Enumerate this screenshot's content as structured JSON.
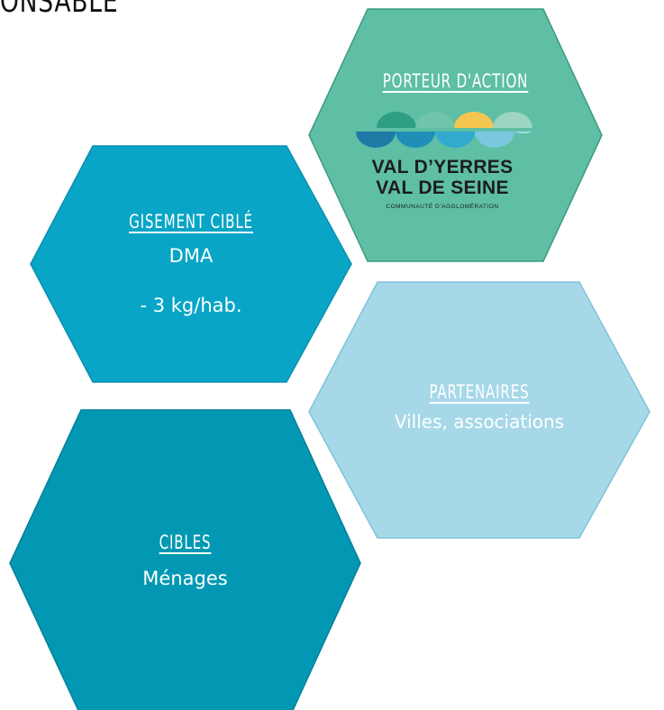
{
  "header": {
    "partial_title": "ONSABLE"
  },
  "colors": {
    "porteur_fill": "#5ebfa5",
    "porteur_stroke": "#3e9a80",
    "gisement_fill": "#08a5c6",
    "gisement_stroke": "#0a8fae",
    "partenaires_fill": "#a6d8e8",
    "partenaires_stroke": "#7fc3da",
    "cibles_fill": "#0298b3",
    "cibles_stroke": "#04809a",
    "logo_dark": "#1c1c1c"
  },
  "porteur": {
    "title": "PORTEUR D'ACTION",
    "logo": {
      "icon": "half-circle-row-logo",
      "name_line1": "VAL D’YERRES",
      "name_line2": "VAL DE SEINE",
      "subtitle": "COMMUNAUTÉ D’AGGLOMÉRATION"
    }
  },
  "gisement": {
    "title": "GISEMENT CIBLÉ",
    "line1": "DMA",
    "line2": "- 3 kg/hab."
  },
  "partenaires": {
    "title": "PARTENAIRES",
    "line1": "Villes, associations"
  },
  "cibles": {
    "title": "CIBLES",
    "line1": "Ménages"
  }
}
